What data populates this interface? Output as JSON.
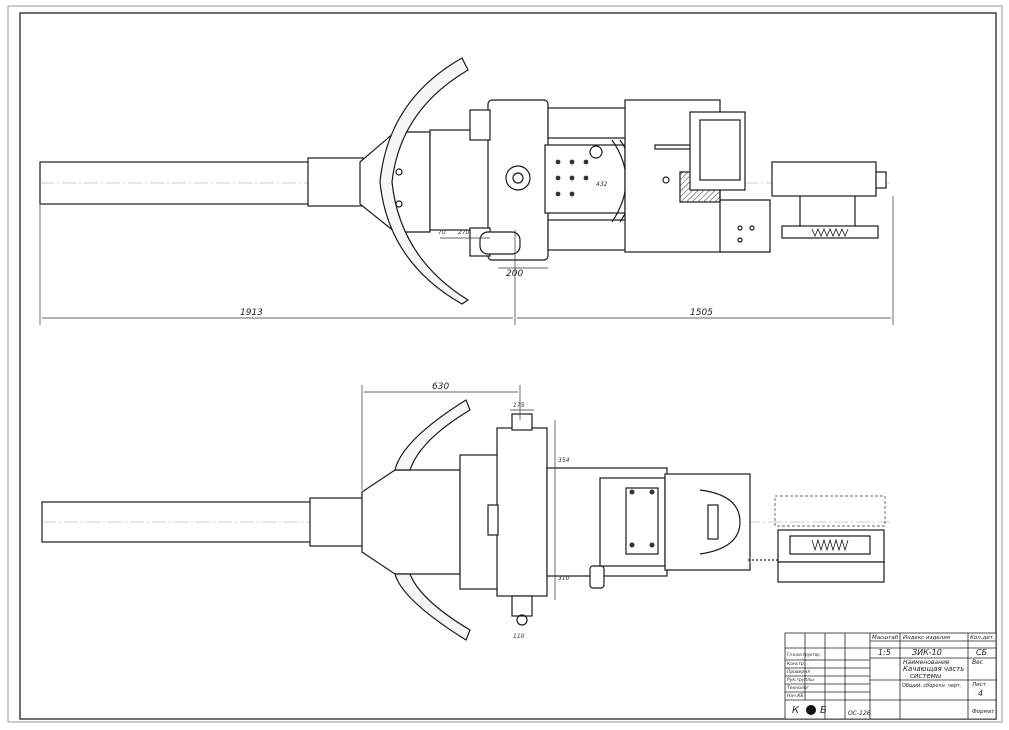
{
  "top_view": {
    "dims": {
      "overall_left": "1913",
      "overall_right": "1505",
      "d200": "200",
      "d70": "70",
      "d270": "270",
      "d432": "432"
    }
  },
  "bottom_view": {
    "dims": {
      "d630": "630",
      "d175": "175",
      "d354": "354",
      "d310": "310",
      "d110": "110"
    }
  },
  "title_block": {
    "scale_header": "Масштаб",
    "scale": "1:5",
    "index_header": "Индекс изделия",
    "index": "ЗИК-10",
    "sheet_header": "Кол.дет.",
    "sheet_no": "СБ",
    "name_header": "Наименование",
    "name_line1": "Качающая часть",
    "name_line2": "системы",
    "weight_label": "Вес",
    "note": "Общий. сборочн. черт.",
    "sheets_label": "Лист",
    "sheet_count": "4",
    "role_designer": "Констр.",
    "role_checker": "Проверил",
    "role_head": "Рук.группы",
    "role_tech": "Технолог",
    "role_chief": "Нач.КБ",
    "role_lead": "Гл.конструктор",
    "stamp_k": "К",
    "stamp_b": "Б",
    "archive": "ОС-126",
    "format_label": "Формат"
  }
}
